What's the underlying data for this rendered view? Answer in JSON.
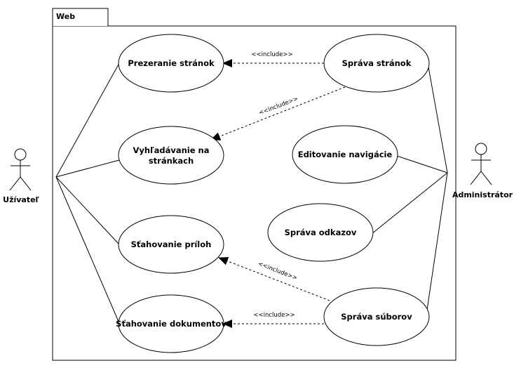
{
  "package": {
    "title": "Web"
  },
  "actors": {
    "user": {
      "label": "Užívateľ"
    },
    "admin": {
      "label": "Administrátor"
    }
  },
  "use_cases": {
    "prezeranie": [
      "Prezeranie stránok"
    ],
    "vyhladavanie": [
      "Vyhľadávanie na",
      "stránkach"
    ],
    "stahovanie_priloh": [
      "Sťahovanie príloh"
    ],
    "stahovanie_dokumentov": [
      "Sťahovanie dokumentov"
    ],
    "sprava_stranok": [
      "Správa stránok"
    ],
    "editovanie_navigacie": [
      "Editovanie navigácie"
    ],
    "sprava_odkazov": [
      "Správa odkazov"
    ],
    "sprava_suborov": [
      "Správa súborov"
    ]
  },
  "include_label": "<<include>>"
}
